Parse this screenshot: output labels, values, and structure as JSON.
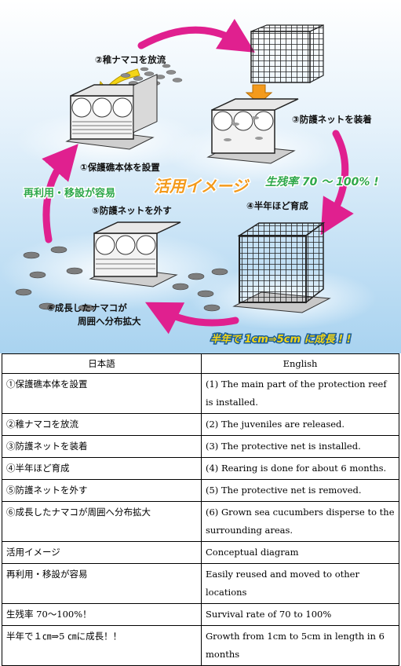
{
  "diagram": {
    "steps": {
      "s1": "①保護礁本体を設置",
      "s2": "②稚ナマコを放流",
      "s3": "③防護ネットを装着",
      "s4": "④半年ほど育成",
      "s5": "⑤防護ネットを外す",
      "s6a": "⑥成長したナマコが",
      "s6b": "周囲へ分布拡大"
    },
    "center_label": "活用イメージ",
    "survival_label": "生残率 70 ～ 100% !",
    "reuse_label": "再利用・移設が容易",
    "growth_label": "半年で 1cm⇒5cm に成長 ! !"
  },
  "table": {
    "headers": {
      "ja": "日本語",
      "en": "English"
    },
    "rows": [
      {
        "ja": "①保護礁本体を設置",
        "en": "(1) The main part of the protection reef is installed."
      },
      {
        "ja": "②稚ナマコを放流",
        "en": "(2) The juveniles are released."
      },
      {
        "ja": "③防護ネットを装着",
        "en": "(3) The protective net is installed."
      },
      {
        "ja": "④半年ほど育成",
        "en": "(4) Rearing is done for about 6 months."
      },
      {
        "ja": "⑤防護ネットを外す",
        "en": "(5) The protective net is removed."
      },
      {
        "ja": "⑥成長したナマコが周囲へ分布拡大",
        "en": "(6) Grown sea cucumbers disperse to the surrounding areas."
      },
      {
        "ja": "活用イメージ",
        "en": "Conceptual diagram"
      },
      {
        "ja": "再利用・移設が容易",
        "en": "Easily reused and moved to other locations"
      },
      {
        "ja": "生残率 70～100%！",
        "en": "Survival rate of 70 to 100%"
      },
      {
        "ja": "半年で１㎝⇒5 ㎝に成長！！",
        "en": "Growth from 1cm to 5cm in length in 6 months"
      }
    ]
  },
  "colors": {
    "sky_top": "#ffffff",
    "sky_bottom": "#b9dcf3",
    "arrow": "#e0208f",
    "center_label": "#f39a1c",
    "survival_label": "#2ea84a",
    "reuse_label": "#2ea84a",
    "growth_label": "#f4d516"
  }
}
